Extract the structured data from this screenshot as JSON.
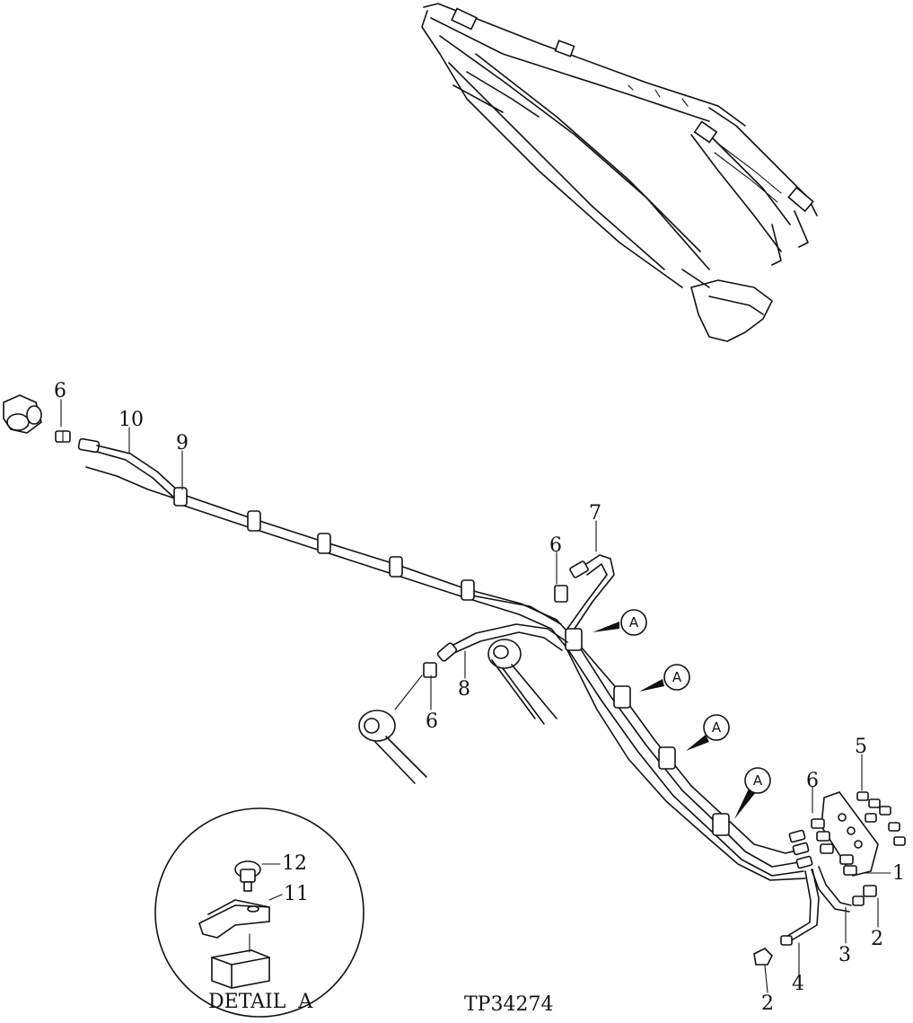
{
  "diagram": {
    "part_numbers": [
      "1",
      "2",
      "2",
      "3",
      "4",
      "5",
      "6",
      "6",
      "6",
      "6",
      "7",
      "8",
      "9",
      "10"
    ],
    "detail": {
      "title": "DETAIL  A",
      "parts": [
        "12",
        "11"
      ]
    },
    "callout_letter": "A",
    "callouts": [
      "A",
      "A",
      "A",
      "A"
    ],
    "drawing_code": "TP34274"
  }
}
